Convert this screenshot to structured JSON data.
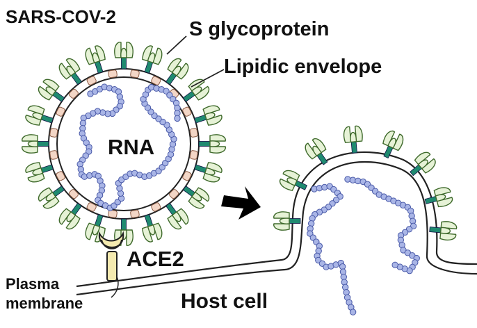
{
  "labels": {
    "title": "SARS-COV-2",
    "s_glycoprotein": "S glycoprotein",
    "lipidic_envelope": "Lipidic envelope",
    "rna": "RNA",
    "ace2": "ACE2",
    "plasma_line1": "Plasma",
    "plasma_line2": "membrane",
    "host_cell": "Host cell"
  },
  "colors": {
    "spike_fill": "#e6f2d6",
    "spike_stroke": "#3f6a2c",
    "stalk": "#1f8a70",
    "envelope_bead": "#f3d6c6",
    "envelope_bead_stroke": "#8a5a44",
    "rna_bead": "#a9b5e6",
    "rna_stroke": "#4a5aa8",
    "ace2_fill": "#f4eab0",
    "outline": "#222222",
    "arrow": "#000000"
  }
}
